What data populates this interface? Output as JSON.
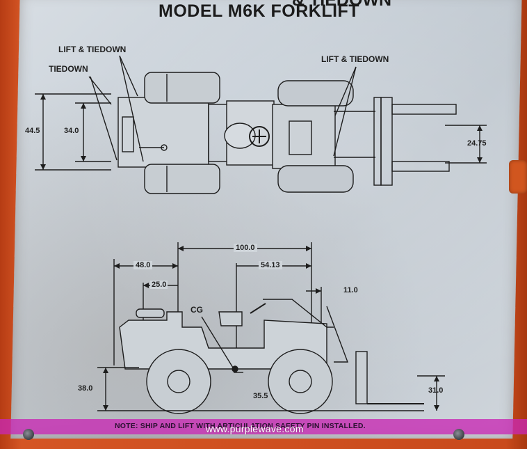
{
  "sign": {
    "title": "MODEL M6K FORKLIFT",
    "title_partial": "& TIEDOWN"
  },
  "top_view": {
    "labels": [
      "LIFT & TIEDOWN",
      "TIEDOWN",
      "LIFT & TIEDOWN"
    ],
    "dimensions": [
      "44.5",
      "34.0",
      "24.75"
    ]
  },
  "side_view": {
    "dimensions": [
      "100.0",
      "48.0",
      "54.13",
      "25.0",
      "11.0",
      "38.0",
      "35.5",
      "31.0"
    ],
    "cg_label": "CG"
  },
  "note": "NOTE:  SHIP AND LIFT WITH ARTICULATION SAFETY PIN INSTALLED.",
  "watermark": "www.purplewave.com",
  "colors": {
    "frame": "#c9471a",
    "plate": "#cdd3d9",
    "band": "#c828b4"
  }
}
